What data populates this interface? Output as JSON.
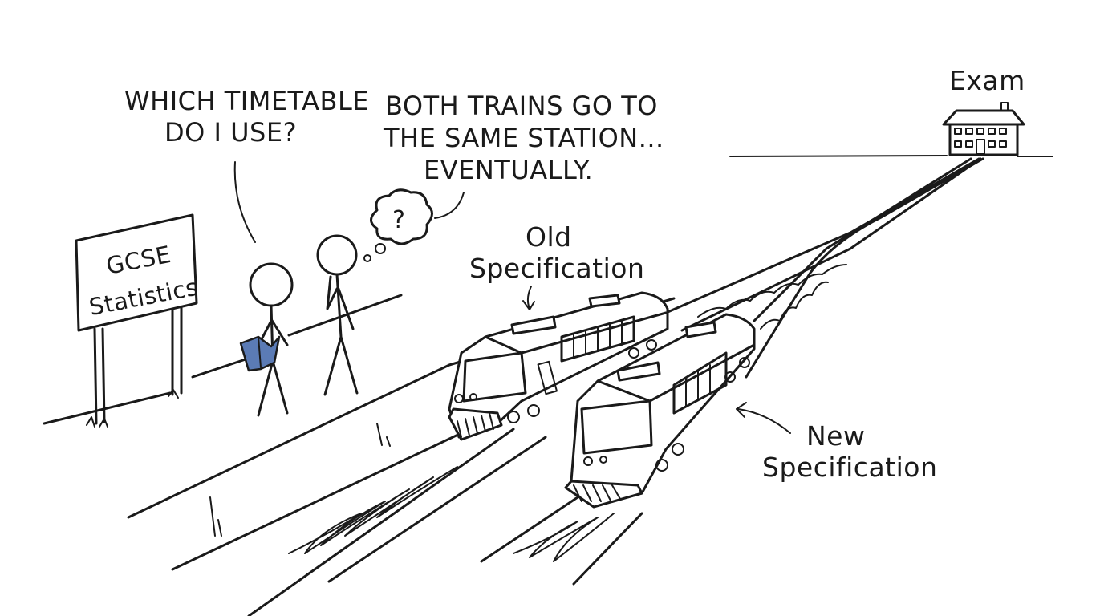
{
  "speech": {
    "left": [
      "WHICH TIMETABLE",
      "DO I USE?"
    ],
    "right": [
      "BOTH TRAINS GO TO",
      "THE SAME STATION...",
      "EVENTUALLY."
    ]
  },
  "thought_mark": "?",
  "sign": {
    "line1": "GCSE",
    "line2": "Statistics"
  },
  "labels": {
    "old_line1": "Old",
    "old_line2": "Specification",
    "new_line1": "New",
    "new_line2": "Specification",
    "exam": "Exam"
  },
  "colors": {
    "ink": "#1a1a1a",
    "book": "#5b7bb5",
    "paper": "#ffffff"
  }
}
